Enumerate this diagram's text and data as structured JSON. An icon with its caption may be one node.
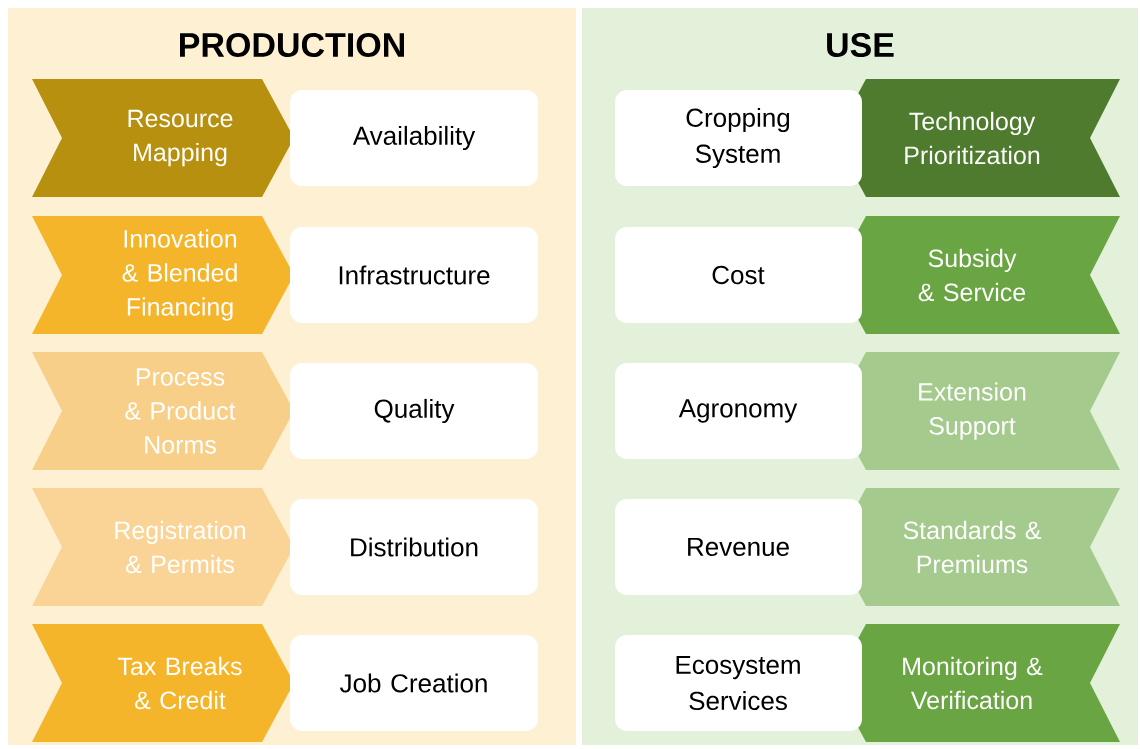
{
  "diagram": {
    "nodes": [
      {
        "text": [
          "PRODUCTION"
        ]
      },
      {
        "text": [
          "Resource Mapping"
        ],
        "in": 0
      },
      {
        "text": [
          "Availability"
        ],
        "in": 0
      },
      {
        "text": [
          "Innovation & Blended Financing"
        ],
        "in": 0
      },
      {
        "text": [
          "Infrastructure"
        ],
        "in": 0
      },
      {
        "text": [
          "Process & Product Norms"
        ],
        "in": 0
      },
      {
        "text": [
          "Quality"
        ],
        "in": 0
      },
      {
        "text": [
          "Registration & Permits"
        ],
        "in": 0
      },
      {
        "text": [
          "Distribution"
        ],
        "in": 0
      },
      {
        "text": [
          "Tax Breaks & Credit"
        ],
        "in": 0
      },
      {
        "text": [
          "Job Creation"
        ],
        "in": 0
      },
      {
        "text": [
          "USE"
        ]
      },
      {
        "text": [
          "Cropping System"
        ],
        "in": 11
      },
      {
        "text": [
          "Technology Prioritization"
        ],
        "in": 11
      },
      {
        "text": [
          "Cost"
        ],
        "in": 11
      },
      {
        "text": [
          "Subsidy & Service"
        ],
        "in": 11
      },
      {
        "text": [
          "Agronomy"
        ],
        "in": 11
      },
      {
        "text": [
          "Extension Support"
        ],
        "in": 11
      },
      {
        "text": [
          "Revenue"
        ],
        "in": 11
      },
      {
        "text": [
          "Standards & Premiums"
        ],
        "in": 11
      },
      {
        "text": [
          "Ecosystem Services"
        ],
        "in": 11
      },
      {
        "text": [
          "Monitoring & Verification"
        ],
        "in": 11
      }
    ]
  }
}
